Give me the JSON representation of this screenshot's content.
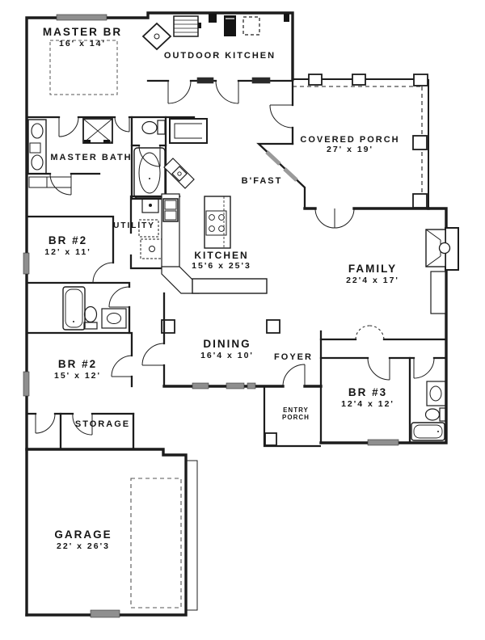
{
  "plan": {
    "title": "single-story house floor plan",
    "rooms": [
      {
        "id": "master-br",
        "name": "MASTER BR",
        "dims": "16' x 14'"
      },
      {
        "id": "outdoor-kitchen",
        "name": "OUTDOOR KITCHEN",
        "dims": ""
      },
      {
        "id": "covered-porch",
        "name": "COVERED PORCH",
        "dims": "27' x 19'"
      },
      {
        "id": "master-bath",
        "name": "MASTER BATH",
        "dims": ""
      },
      {
        "id": "bfast",
        "name": "B'FAST",
        "dims": ""
      },
      {
        "id": "utility",
        "name": "UTILITY",
        "dims": ""
      },
      {
        "id": "br2-a",
        "name": "BR #2",
        "dims": "12' x 11'"
      },
      {
        "id": "kitchen",
        "name": "KITCHEN",
        "dims": "15'6 x 25'3"
      },
      {
        "id": "family",
        "name": "FAMILY",
        "dims": "22'4 x 17'"
      },
      {
        "id": "dining",
        "name": "DINING",
        "dims": "16'4 x 10'"
      },
      {
        "id": "foyer",
        "name": "FOYER",
        "dims": ""
      },
      {
        "id": "br2-b",
        "name": "BR #2",
        "dims": "15' x 12'"
      },
      {
        "id": "storage",
        "name": "STORAGE",
        "dims": ""
      },
      {
        "id": "entry-porch",
        "name": "ENTRY PORCH",
        "dims": ""
      },
      {
        "id": "br3",
        "name": "BR #3",
        "dims": "12'4 x 12'"
      },
      {
        "id": "garage",
        "name": "GARAGE",
        "dims": "22' x 26'3"
      }
    ],
    "fixtures": [
      "grill-icon",
      "outdoor-fridge-icon",
      "outdoor-outlet-icon",
      "corner-sink-icon",
      "shower-icon",
      "double-vanity-icon",
      "toilet-icon",
      "master-tub-icon",
      "closet-shelf-icon",
      "washer-dryer-dashed-icon",
      "water-heater-icon",
      "kitchen-sink-icon",
      "cooktop-island-icon",
      "breakfast-bar-icon",
      "fireplace-icon",
      "built-in-cabinet-icon",
      "hall-tub-icon",
      "vanity-sink-icon",
      "porch-column-icon",
      "dining-column-icon",
      "bed-area-dashed",
      "garage-slab-dashed",
      "door-swing-arc",
      "window-marker"
    ],
    "colors": {
      "wall": "#1c1c1c",
      "background": "#ffffff",
      "window_gray": "#8f8f8f",
      "window_dark": "#2a2a2a",
      "fixture_black": "#141414",
      "dash_gray": "#555555"
    }
  }
}
